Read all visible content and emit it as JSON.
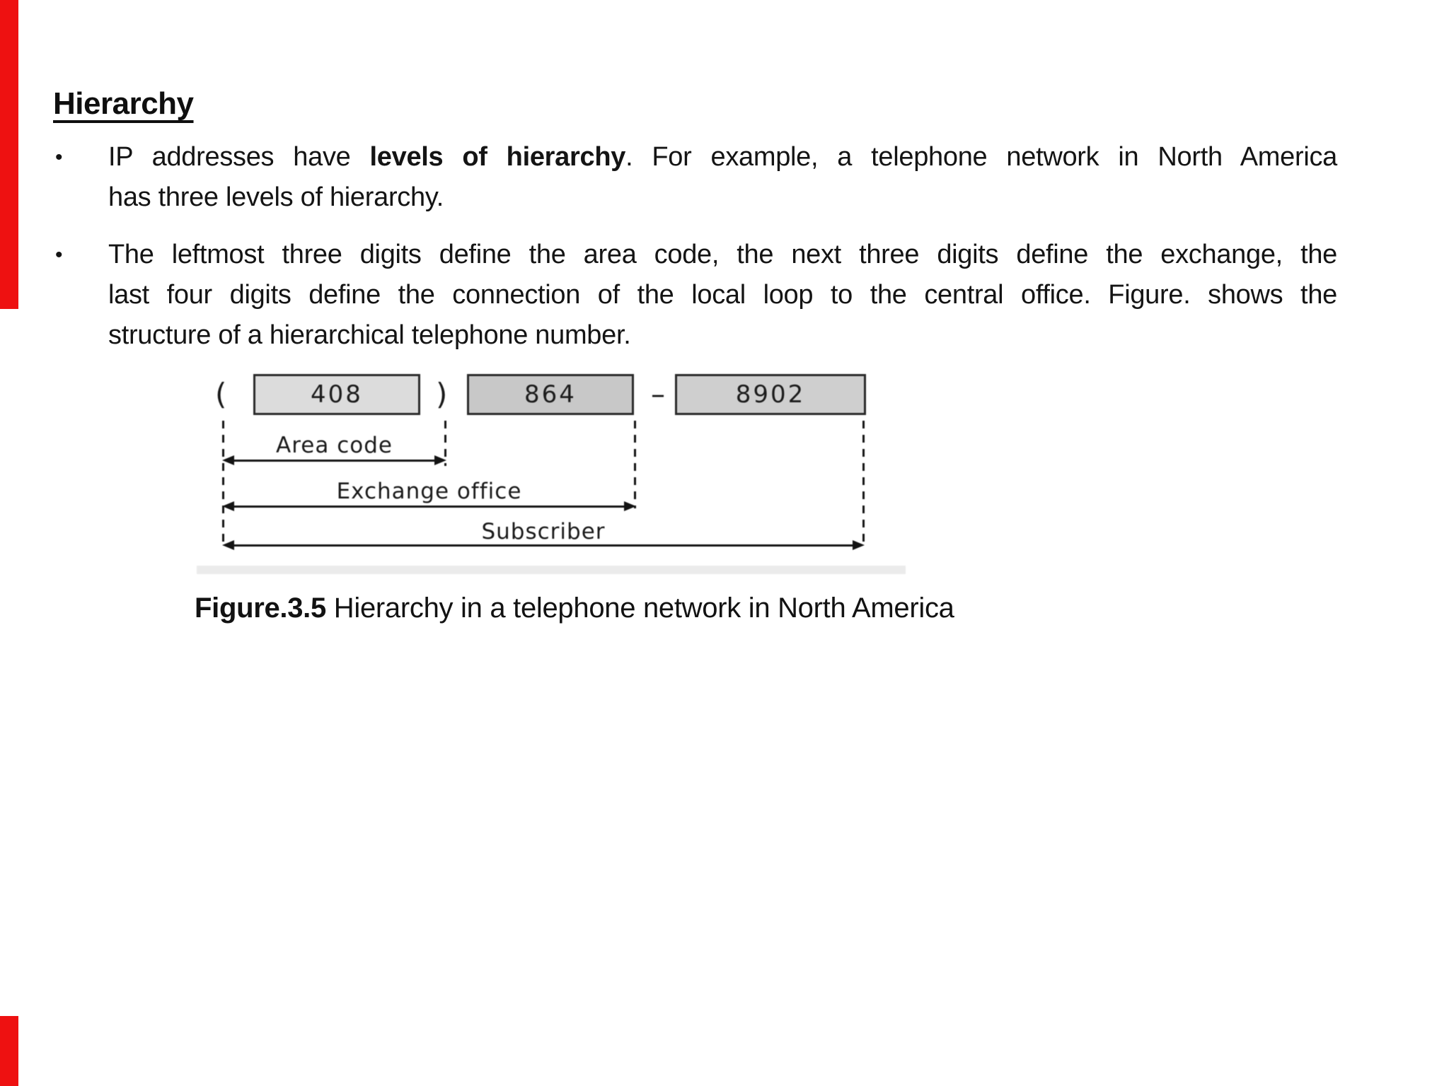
{
  "slide": {
    "heading": "Hierarchy",
    "background": "#ffffff",
    "accent_color": "#ee1111"
  },
  "bullets": {
    "item1": {
      "marker": "•",
      "line1_pre": "IP addresses have ",
      "line1_bold": "levels of hierarchy",
      "line1_post": ". For example, a telephone network in North America",
      "line2": "has three levels of hierarchy."
    },
    "item2": {
      "marker": "•",
      "line1": "The leftmost three digits define the area code, the next three digits define the exchange, the",
      "line2": "last four digits define the connection of the local loop to the central office. Figure. shows the",
      "line3": "structure of a hierarchical telephone number."
    }
  },
  "figure": {
    "open_paren": "(",
    "close_paren": ")",
    "separator": "–",
    "area_code_value": "408",
    "exchange_value": "864",
    "subscriber_value": "8902",
    "area_code_label": "Area code",
    "exchange_label": "Exchange office",
    "subscriber_label": "Subscriber",
    "box_fills": {
      "area_code": "#dcdcdc",
      "exchange": "#c8c8c8",
      "subscriber": "#cfcfcf"
    },
    "line_color": "#141414"
  },
  "caption": {
    "figure_number": "Figure.3.5",
    "text": " Hierarchy in a telephone network in North America"
  }
}
